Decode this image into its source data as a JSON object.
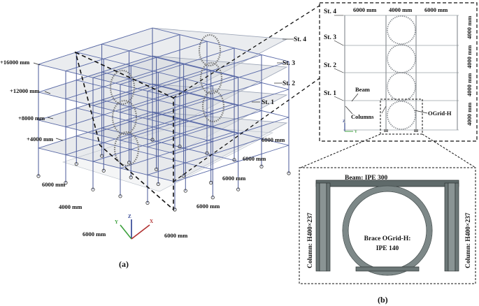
{
  "panel_a": {
    "caption": "(a)",
    "elevations": [
      "+16000 mm",
      "+12000 mm",
      "+8000 mm",
      "+4000 mm"
    ],
    "storeys": [
      "St. 4",
      "St. 3",
      "St. 2",
      "St. 1"
    ],
    "spans_left": [
      "6000 mm",
      "4000 mm",
      "6000 mm"
    ],
    "spans_right": [
      "6000 mm",
      "6000 mm",
      "6000 mm",
      "6000 mm",
      "6000 mm"
    ],
    "axes": {
      "x": "X",
      "y": "Y",
      "z": "Z"
    }
  },
  "panel_b_top": {
    "storeys": [
      "St. 4",
      "St. 3",
      "St. 2",
      "St. 1"
    ],
    "spans_top": [
      "6000 mm",
      "4000 mm",
      "6000 mm"
    ],
    "heights": [
      "4000 mm",
      "4000 mm",
      "4000 mm",
      "4000 mm"
    ],
    "labels": {
      "beam": "Beam",
      "columns": "Columns",
      "ogrid": "OGrid-H"
    },
    "axes": {
      "z": "Z",
      "y": "Y"
    }
  },
  "panel_b_detail": {
    "beam": "Beam: IPE 300",
    "column_left": "Column: H400×237",
    "column_right": "Column: H400×237",
    "brace_line1": "Brace OGrid-H:",
    "brace_line2": "IPE 140"
  },
  "caption_b": "(b)"
}
